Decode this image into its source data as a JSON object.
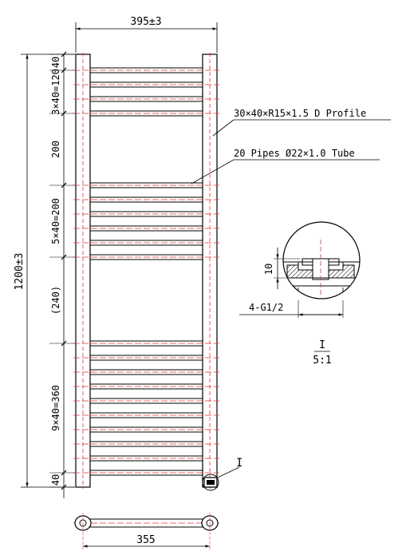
{
  "dimensions": {
    "overall_width": "395±3",
    "overall_height": "1200±3",
    "bottom_center_distance": "355",
    "top_offset": "40",
    "group_top": "3×40=120",
    "gap_top": "200",
    "group_middle": "5×40=200",
    "gap_middle": "(240)",
    "group_bottom": "9×40=360",
    "bottom_offset": "40"
  },
  "callouts": {
    "profile": "30×40×R15×1.5 D Profile",
    "pipes": "20 Pipes Ø22×1.0 Tube"
  },
  "detail": {
    "marker": "I",
    "height_dim": "10",
    "thread": "4-G1/2",
    "scale_label": "I",
    "scale_ratio": "5:1"
  },
  "colors": {
    "line": "#000000",
    "hidden": "#e8333a",
    "hatch": "#000000"
  }
}
